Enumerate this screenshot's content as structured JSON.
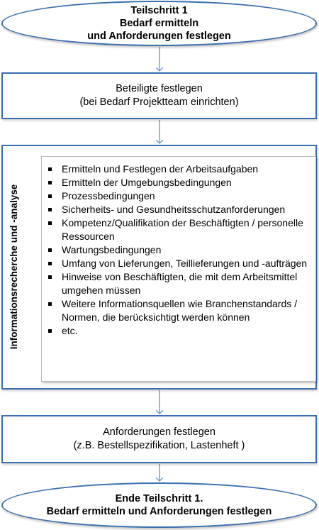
{
  "start": {
    "lines": [
      "Teilschritt 1",
      "Bedarf ermitteln",
      "und Anforderungen  festlegen"
    ]
  },
  "step_participants": {
    "lines": [
      "Beteiligte festlegen",
      "(bei Bedarf Projektteam einrichten)"
    ]
  },
  "research": {
    "label": "Informationsrecherche und -analyse",
    "items": [
      "Ermitteln und Festlegen der Arbeitsaufgaben",
      "Ermitteln der Umgebungsbedingungen",
      "Prozessbedingungen",
      "Sicherheits- und Gesundheitsschutzanforderungen",
      "Kompetenz/Qualifikation der Beschäftigten / personelle Ressourcen",
      "Wartungsbedingungen",
      "Umfang von Lieferungen, Teillieferungen und -aufträgen",
      "Hinweise von Beschäftigten, die mit dem Arbeitsmittel umgehen müssen",
      "Weitere Informationsquellen wie Branchenstandards / Normen, die berücksichtigt werden können",
      "etc."
    ]
  },
  "step_requirements": {
    "lines": [
      "Anforderungen festlegen",
      "(z.B. Bestellspezifikation, Lastenheft )"
    ]
  },
  "end": {
    "lines": [
      "Ende Teilschritt 1.",
      "Bedarf ermitteln und Anforderungen festlegen"
    ]
  },
  "colors": {
    "border": "#3a6fb0",
    "arrow": "#6d9bd1"
  }
}
